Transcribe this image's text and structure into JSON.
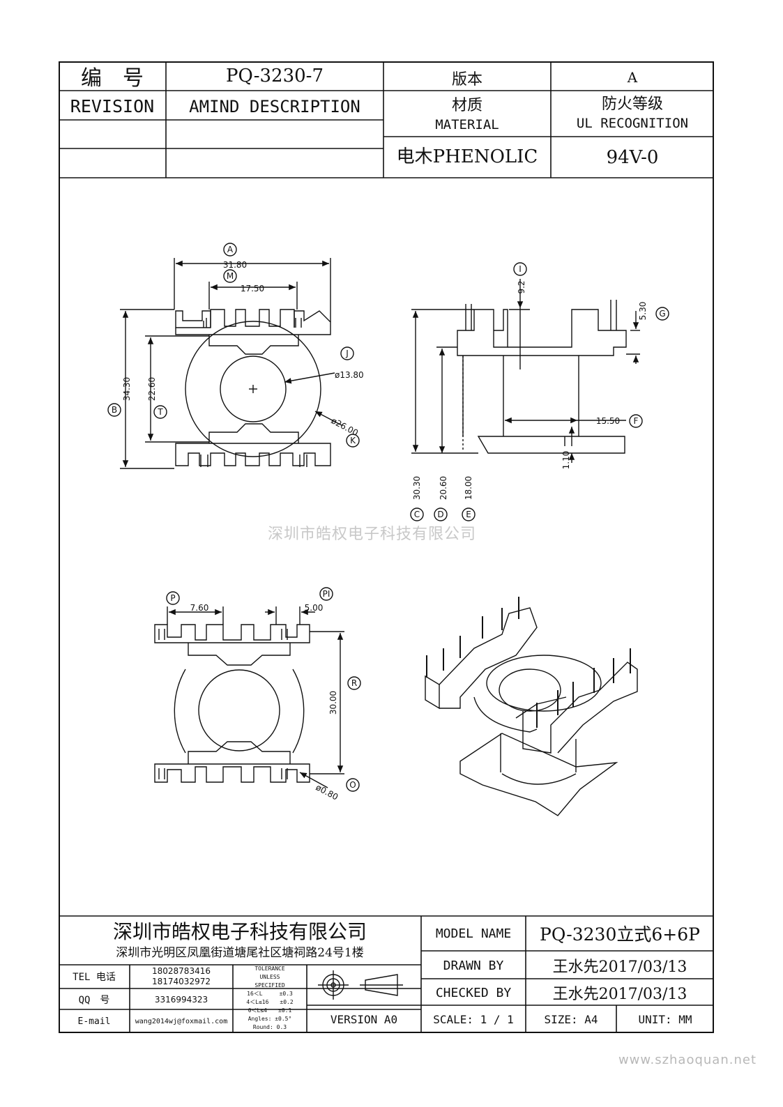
{
  "header": {
    "number_label": "编　号",
    "part_number": "PQ-3230-7",
    "version_label": "版本",
    "version_value": "A",
    "revision_label": "REVISION",
    "amind_label": "AMIND DESCRIPTION",
    "material_cn": "材质",
    "material_en": "MATERIAL",
    "fire_cn": "防火等级",
    "fire_en": "UL RECOGNITION",
    "material_value": "电木PHENOLIC",
    "fire_value": "94V-0"
  },
  "drawing": {
    "front_view": {
      "A_label": "A",
      "A_value": "31.80",
      "M_label": "M",
      "M_value": "17.50",
      "B_label": "B",
      "B_value": "34.30",
      "T_label": "T",
      "T_value": "22.60",
      "J_label": "J",
      "J_value": "ø13.80",
      "K_label": "K",
      "K_value": "ø26.00"
    },
    "side_view": {
      "I_label": "I",
      "I_value": "9.2",
      "G_label": "G",
      "G_value": "5.30",
      "F_label": "F",
      "F_value": "15.50",
      "H_value": "1.10",
      "C_label": "C",
      "C_value": "30.30",
      "D_label": "D",
      "D_value": "20.60",
      "E_label": "E",
      "E_value": "18.00"
    },
    "bottom_view": {
      "P_label": "P",
      "P_value": "7.60",
      "PI_label": "PI",
      "PI_value": "5.00",
      "R_label": "R",
      "R_value": "30.00",
      "O_label": "O",
      "O_value": "ø0.80"
    },
    "watermark": "深圳市皓权电子科技有限公司"
  },
  "title_block": {
    "company": "深圳市皓权电子科技有限公司",
    "address": "深圳市光明区凤凰街道塘尾社区塘祠路24号1楼",
    "tel_label": "TEL 电话",
    "tel_1": "18028783416",
    "tel_2": "18174032972",
    "qq_label": "QQ　号",
    "qq_value": "3316994323",
    "email_label": "E-mail",
    "email_value": "wang2014wj@foxmail.com",
    "tolerance_lines": [
      "TOLERANCE",
      "UNLESS",
      "SPECIFIED",
      "16＜L　　　±0.3",
      "4＜L≤16　　±0.2",
      "0＜L≤4　　±0.1",
      "Angles: ±0.5°",
      "Round: 0.3"
    ],
    "version": "VERSION A0",
    "model_label": "MODEL NAME",
    "model_value": "PQ-3230立式6+6P",
    "drawn_label": "DRAWN BY",
    "drawn_value": "王水先2017/03/13",
    "checked_label": "CHECKED BY",
    "checked_value": "王水先2017/03/13",
    "scale": "SCALE: 1 / 1",
    "size": "SIZE: A4",
    "unit": "UNIT: MM"
  },
  "footer": {
    "website": "www.szhaoquan.net"
  }
}
